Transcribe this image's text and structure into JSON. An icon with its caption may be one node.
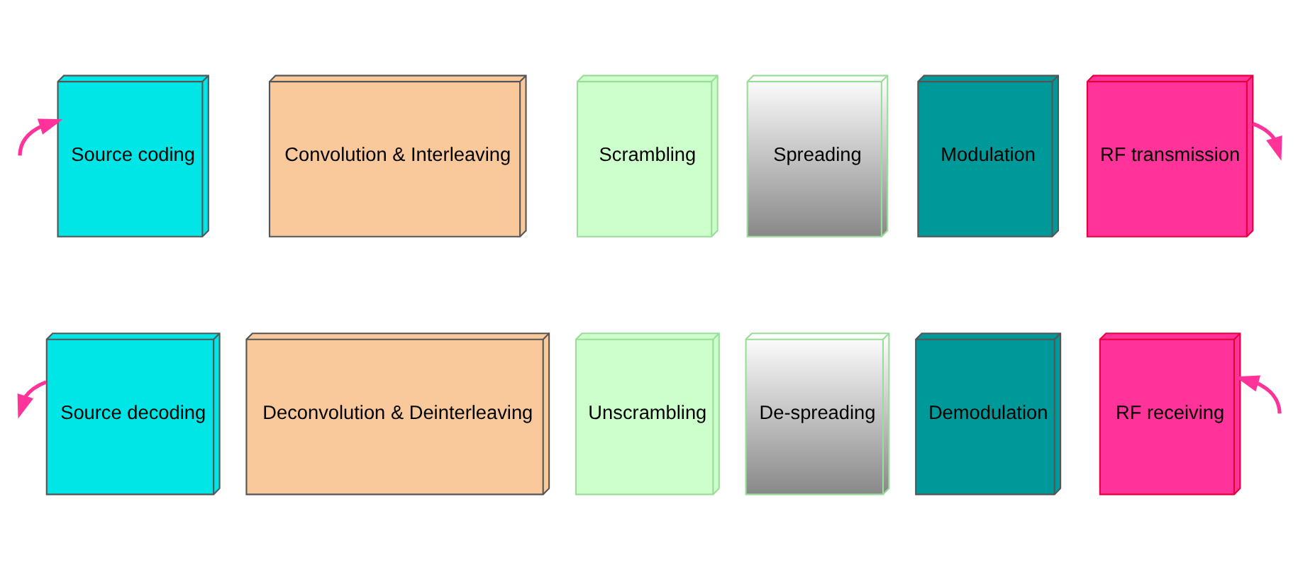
{
  "diagram": {
    "nodes": [
      {
        "text": [
          "Source coding"
        ]
      },
      {
        "text": [
          "Convolution & Interleaving"
        ]
      },
      {
        "text": [
          "Scrambling"
        ]
      },
      {
        "text": [
          "Spreading"
        ]
      },
      {
        "text": [
          "Modulation"
        ]
      },
      {
        "text": [
          "RF transmission"
        ]
      },
      {
        "text": [
          "Source decoding"
        ]
      },
      {
        "text": [
          "Deconvolution & Deinterleaving"
        ]
      },
      {
        "text": [
          "Unscrambling"
        ]
      },
      {
        "text": [
          "De-spreading"
        ]
      },
      {
        "text": [
          "Demodulation"
        ]
      },
      {
        "text": [
          "RF receiving"
        ]
      }
    ],
    "edges": [
      {
        "from": null,
        "to": 0,
        "arrow": "to"
      },
      {
        "from": 5,
        "to": null,
        "arrow": "to"
      },
      {
        "from": null,
        "to": 11,
        "arrow": "to"
      },
      {
        "from": 6,
        "to": null,
        "arrow": "to"
      }
    ]
  }
}
